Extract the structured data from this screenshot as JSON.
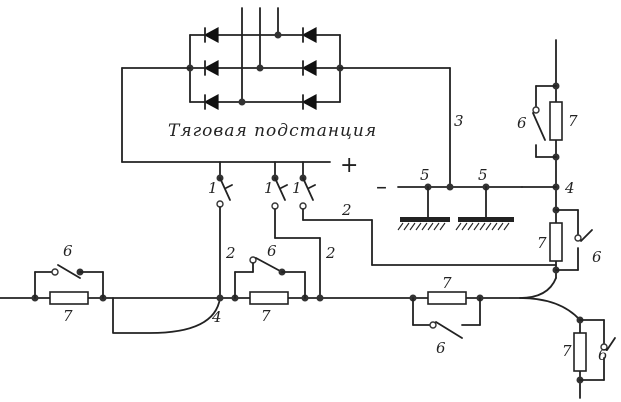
{
  "substation_label": "Тяговая подстанция",
  "signs": {
    "plus": "+",
    "minus": "–"
  },
  "labels": {
    "breaker": "1",
    "feeder": "2",
    "return_feeder": "3",
    "section_point": "4",
    "rail_ground": "5",
    "bypass_switch": "6",
    "resistor": "7"
  }
}
